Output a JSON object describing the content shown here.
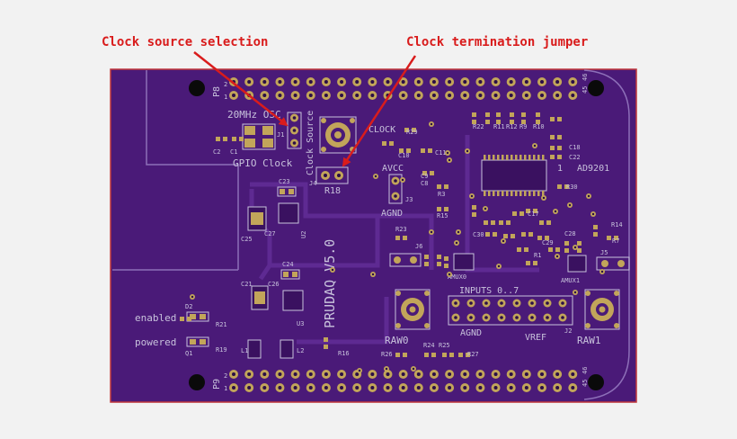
{
  "callouts": {
    "left": "Clock source selection",
    "right": "Clock termination jumper"
  },
  "board": {
    "board_color": "#4a1a78",
    "pad_color": "#c2a55a",
    "silk_color": "#c8c2dc",
    "callout_color": "#d91c1c",
    "headers": {
      "top_left_label": "P8",
      "bottom_left_label": "P9",
      "pin_1": "1",
      "pin_2": "2",
      "pin_45": "45",
      "pin_46": "46"
    },
    "labels": {
      "osc": "20MHz OSC",
      "gpio_clock": "GPIO Clock",
      "clock_source": "Clock Source",
      "clock": "CLOCK",
      "j1": "J1",
      "j4": "J4",
      "r18": "R18",
      "avcc": "AVCC",
      "agnd": "AGND",
      "j3": "J3",
      "ad9201": "AD9201",
      "u1_num": "1",
      "prudaq": "PRUDAQ V5.0",
      "inputs": "INPUTS 0..7",
      "agnd2": "AGND",
      "vref": "VREF",
      "j2": "J2",
      "raw0": "RAW0",
      "raw1": "RAW1",
      "enabled": "enabled",
      "powered": "powered",
      "amux0": "AMUX0",
      "amux1": "AMUX1",
      "c1": "C1",
      "c2": "C2",
      "c10": "C10",
      "c11": "C11",
      "c17": "C17",
      "c18": "C18",
      "c21": "C21",
      "c22": "C22",
      "c23": "C23",
      "c24": "C24",
      "c25": "C25",
      "c26": "C26",
      "c27": "C27",
      "c28": "C28",
      "c29": "C29",
      "c30": "C30",
      "c9": "C9",
      "c8": "C8",
      "r1": "R1",
      "r3": "R3",
      "r7": "R7",
      "r9": "R9",
      "r10": "R10",
      "r11": "R11",
      "r12": "R12",
      "r14": "R14",
      "r15": "R15",
      "r16": "R16",
      "r19": "R19",
      "r21": "R21",
      "r22": "R22",
      "r23": "R23",
      "r24": "R24",
      "r25": "R25",
      "r26": "R26",
      "r27": "R27",
      "r29": "R29",
      "r30": "R30",
      "u2": "U2",
      "u3": "U3",
      "q1": "Q1",
      "d2": "D2",
      "j5": "J5",
      "j6": "J6",
      "l1": "L1",
      "l2": "L2"
    }
  }
}
